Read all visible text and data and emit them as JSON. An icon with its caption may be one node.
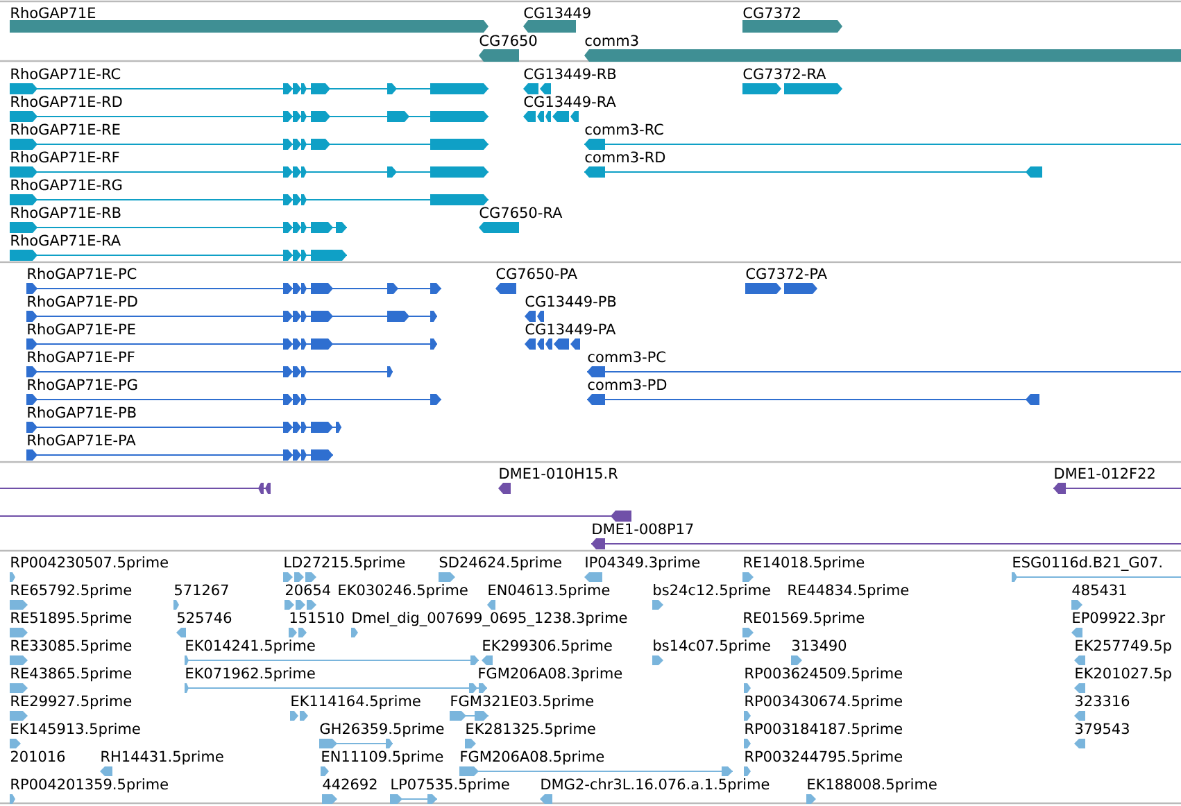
{
  "diagram": {
    "labels": [
      "RhoGAP71E",
      "CG13449",
      "CG7372",
      "CG7650",
      "comm3",
      "RhoGAP71E-RC",
      "CG13449-RB",
      "CG7372-RA",
      "RhoGAP71E-RD",
      "CG13449-RA",
      "RhoGAP71E-RE",
      "comm3-RC",
      "RhoGAP71E-RF",
      "comm3-RD",
      "RhoGAP71E-RG",
      "RhoGAP71E-RB",
      "CG7650-RA",
      "RhoGAP71E-RA",
      "RhoGAP71E-PC",
      "CG7650-PA",
      "CG7372-PA",
      "RhoGAP71E-PD",
      "CG13449-PB",
      "RhoGAP71E-PE",
      "CG13449-PA",
      "RhoGAP71E-PF",
      "comm3-PC",
      "RhoGAP71E-PG",
      "comm3-PD",
      "RhoGAP71E-PB",
      "RhoGAP71E-PA",
      "DME1-010H15.R",
      "DME1-012F22",
      "DME1-008P17",
      "RP004230507.5prime",
      "LD27215.5prime",
      "SD24624.5prime",
      "IP04349.3prime",
      "RE14018.5prime",
      "ESG0116d.B21_G07.",
      "RE65792.5prime",
      "571267",
      "20654",
      "EK030246.5prime",
      "EN04613.5prime",
      "bs24c12.5prime",
      "RE44834.5prime",
      "485431",
      "RE51895.5prime",
      "525746",
      "151510",
      "Dmel_dig_007699_0695_1238.3prime",
      "RE01569.5prime",
      "EP09922.3pr",
      "RE33085.5prime",
      "EK014241.5prime",
      "EK299306.5prime",
      "bs14c07.5prime",
      "313490",
      "EK257749.5p",
      "RE43865.5prime",
      "EK071962.5prime",
      "FGM206A08.3prime",
      "RP003624509.5prime",
      "EK201027.5p",
      "RE29927.5prime",
      "EK114164.5prime",
      "FGM321E03.5prime",
      "RP003430674.5prime",
      "323316",
      "EK145913.5prime",
      "GH26359.5prime",
      "EK281325.5prime",
      "RP003184187.5prime",
      "379543",
      "201016",
      "RH14431.5prime",
      "EN11109.5prime",
      "FGM206A08.5prime",
      "RP003244795.5prime",
      "RP004201359.5prime",
      "442692",
      "LP07535.5prime",
      "DMG2-chr3L.16.076.a.1.5prime",
      "EK188008.5prime"
    ]
  }
}
